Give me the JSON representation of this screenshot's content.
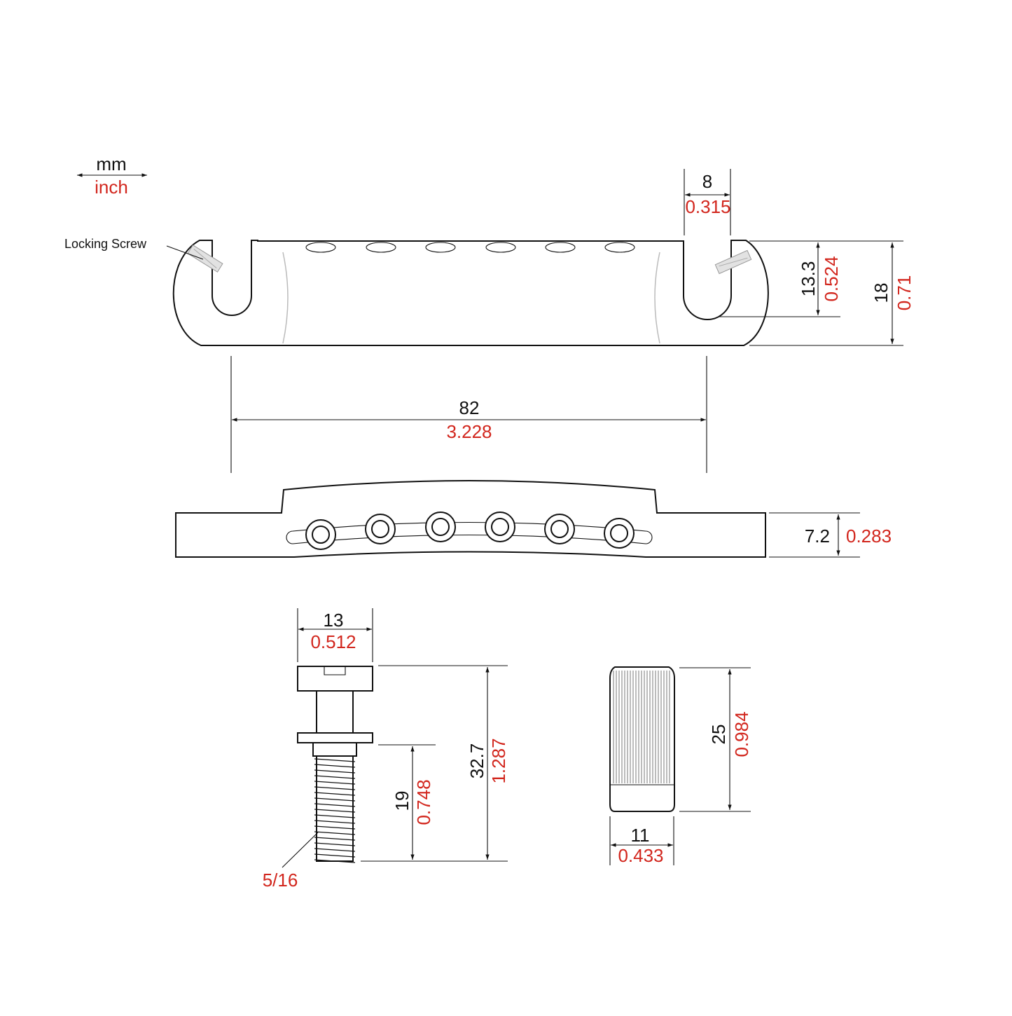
{
  "colors": {
    "ink": "#111111",
    "inch": "#d2261d",
    "background": "#ffffff"
  },
  "legend": {
    "mm": "mm",
    "inch": "inch"
  },
  "callouts": {
    "locking_screw": "Locking Screw",
    "thread": "5/16"
  },
  "dimensions": {
    "slot_width": {
      "mm": "8",
      "inch": "0.315"
    },
    "slot_depth": {
      "mm": "13.3",
      "inch": "0.524"
    },
    "bar_height": {
      "mm": "18",
      "inch": "0.71"
    },
    "stud_spacing": {
      "mm": "82",
      "inch": "3.228"
    },
    "bar_thickness": {
      "mm": "7.2",
      "inch": "0.283"
    },
    "stud_head": {
      "mm": "13",
      "inch": "0.512"
    },
    "stud_length": {
      "mm": "32.7",
      "inch": "1.287"
    },
    "thread_length": {
      "mm": "19",
      "inch": "0.748"
    },
    "bushing_length": {
      "mm": "25",
      "inch": "0.984"
    },
    "bushing_width": {
      "mm": "11",
      "inch": "0.433"
    }
  }
}
